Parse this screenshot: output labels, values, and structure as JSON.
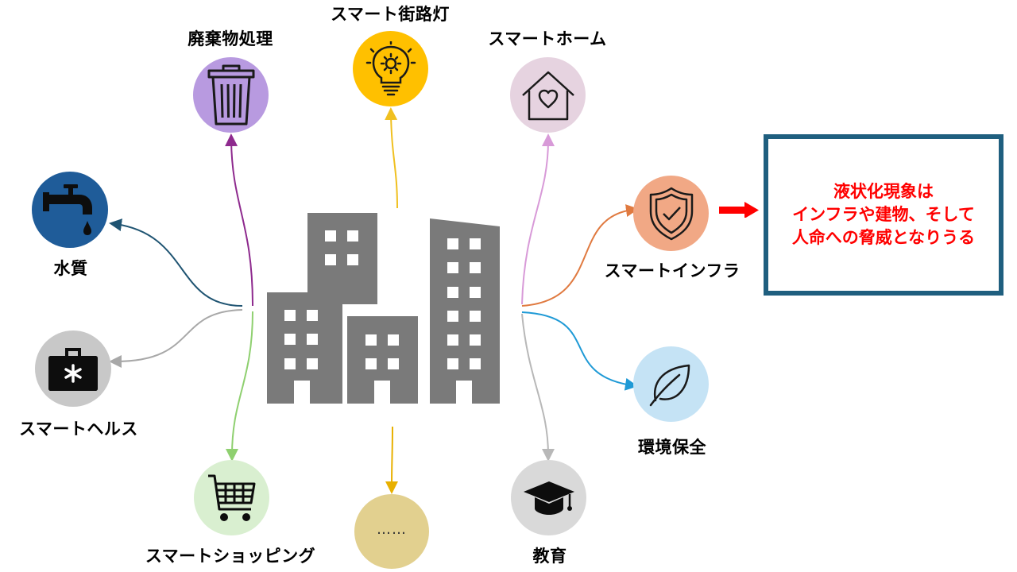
{
  "colors": {
    "building": "#7a7a7a",
    "accent_box": "#1f5f7f",
    "alert_text": "#ff0000"
  },
  "nodes": {
    "waste": {
      "label": "廃棄物処理",
      "icon": "trash-can-icon",
      "color": "#b89ae0"
    },
    "streetlight": {
      "label": "スマート街路灯",
      "icon": "lightbulb-gear-icon",
      "color": "#ffc000"
    },
    "home": {
      "label": "スマートホーム",
      "icon": "house-heart-icon",
      "color": "#e6d3e0"
    },
    "infra": {
      "label": "スマートインフラ",
      "icon": "shield-check-icon",
      "color": "#f1a885"
    },
    "water": {
      "label": "水質",
      "icon": "water-tap-icon",
      "color": "#1f5c99"
    },
    "health": {
      "label": "スマートヘルス",
      "icon": "medical-kit-icon",
      "color": "#c8c8c8"
    },
    "shopping": {
      "label": "スマートショッピング",
      "icon": "shopping-cart-icon",
      "color": "#d9efd0"
    },
    "more": {
      "label": "",
      "text": "……",
      "color": "#e2d08f"
    },
    "education": {
      "label": "教育",
      "icon": "graduation-cap-icon",
      "color": "#d9d9d9"
    },
    "environment": {
      "label": "環境保全",
      "icon": "leaf-icon",
      "color": "#c5e3f5"
    }
  },
  "callout": {
    "lines": [
      "液状化現象は",
      "インフラや建物、そして",
      "人命への脅威となりうる"
    ]
  }
}
